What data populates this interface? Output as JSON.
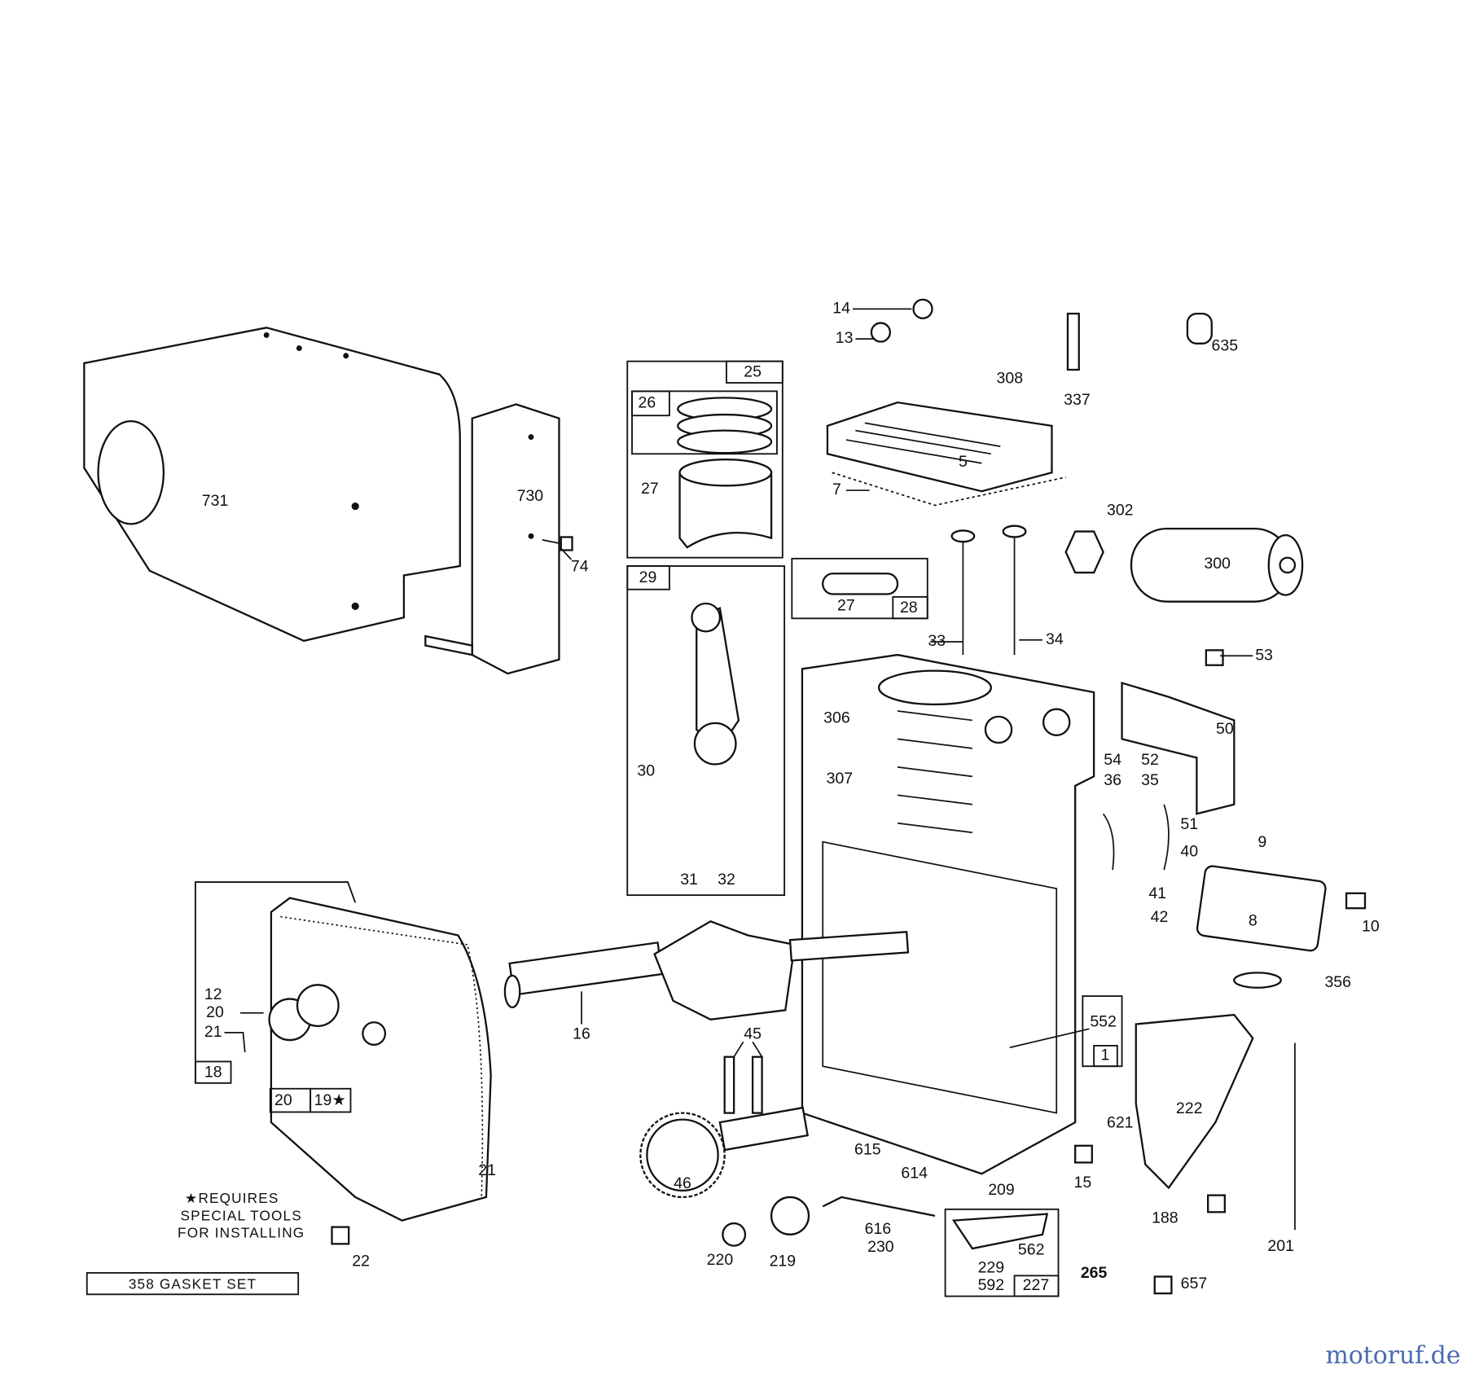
{
  "diagram": {
    "labels": {
      "l14": "14",
      "l13": "13",
      "l635": "635",
      "l308": "308",
      "l337": "337",
      "l25": "25",
      "l26": "26",
      "l27a": "27",
      "l731": "731",
      "l730": "730",
      "l74": "74",
      "l7": "7",
      "l5": "5",
      "l302": "302",
      "l300": "300",
      "l27b": "27",
      "l28": "28",
      "l29": "29",
      "l33": "33",
      "l34": "34",
      "l53": "53",
      "l306": "306",
      "l307": "307",
      "l50": "50",
      "l54": "54",
      "l52": "52",
      "l36": "36",
      "l35": "35",
      "l51": "51",
      "l30": "30",
      "l9": "9",
      "l40": "40",
      "l31": "31",
      "l32": "32",
      "l41": "41",
      "l42": "42",
      "l8": "8",
      "l10": "10",
      "l12": "12",
      "l20a": "20",
      "l21a": "21",
      "l356": "356",
      "l16": "16",
      "l45": "45",
      "l552": "552",
      "l1": "1",
      "l18": "18",
      "l20b": "20",
      "l19": "19★",
      "l222": "222",
      "l621": "621",
      "l21b": "21",
      "l615": "615",
      "l614": "614",
      "l209": "209",
      "l15": "15",
      "l46": "46",
      "l188": "188",
      "l616": "616",
      "l230": "230",
      "l562": "562",
      "l201": "201",
      "l22": "22",
      "l220": "220",
      "l219": "219",
      "l229": "229",
      "l592": "592",
      "l227": "227",
      "l265": "265",
      "l657": "657"
    },
    "note": [
      "★REQUIRES",
      "SPECIAL TOOLS",
      "FOR INSTALLING"
    ],
    "gasket_set": "358 GASKET SET",
    "watermark": "motoruf.de"
  }
}
